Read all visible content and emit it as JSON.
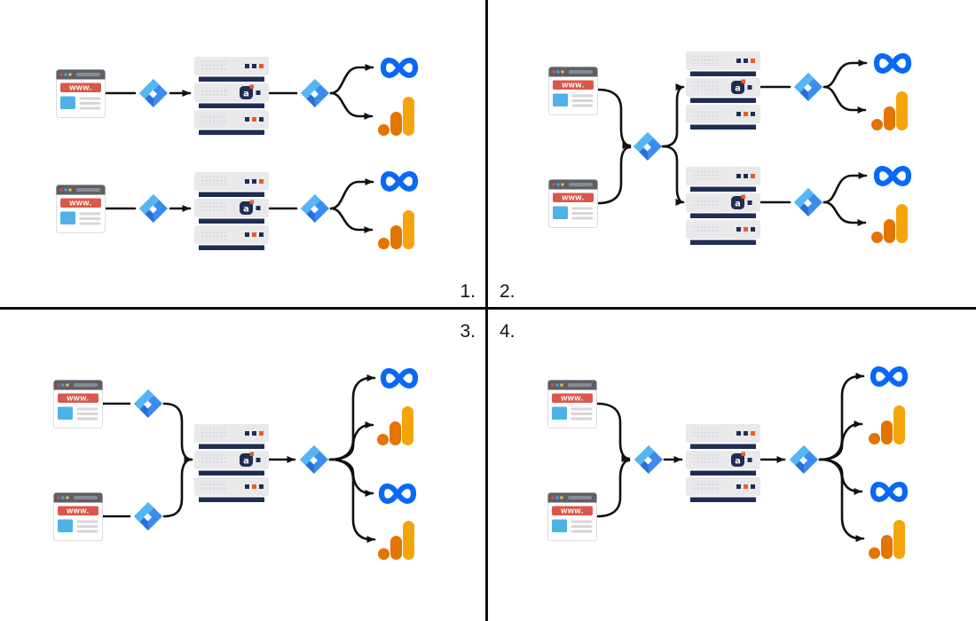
{
  "browser": {
    "address": "www."
  },
  "server": {
    "logo_letter": "a"
  },
  "labels": {
    "option1": "1.",
    "option2": "2.",
    "option3": "3.",
    "option4": "4."
  },
  "icons": {
    "website": "website-browser-icon",
    "tag": "tag-diamond-icon",
    "server": "server-rack-icon",
    "meta": "meta-logo-icon",
    "analytics": "google-analytics-logo-icon"
  },
  "colors": {
    "arrow": "#101010",
    "divider": "#0c0c0c",
    "tag_light_blue": "#55b6f4",
    "tag_blue": "#3a8def",
    "tag_dark_blue": "#2a6fd8",
    "meta_blue": "#0868f7",
    "ga_amber": "#f4a50c",
    "ga_orange": "#e37400",
    "server_gray": "#e9e9ec",
    "server_navy": "#1f2d55",
    "server_orange": "#f05a28",
    "browser_bar_red": "#d9584a",
    "browser_titlebar_gray": "#5d6066",
    "browser_content_blue": "#4fb1e8"
  },
  "diagram": {
    "type": "flow-diagram",
    "quadrants": [
      {
        "id": 1,
        "label": "1.",
        "position": "top-left",
        "flow": "2 parallel rows: website -> tag -> server container -> tag -> (Meta + Google Analytics)"
      },
      {
        "id": 2,
        "label": "2.",
        "position": "top-right",
        "flow": "2 websites -> shared tag -> 2 server containers -> each: tag -> (Meta + Google Analytics)"
      },
      {
        "id": 3,
        "label": "3.",
        "position": "bottom-left",
        "flow": "2 websites -> 2 tags -> shared server container -> tag -> (Meta + Google Analytics + Meta + Google Analytics)"
      },
      {
        "id": 4,
        "label": "4.",
        "position": "bottom-right",
        "flow": "2 websites -> shared tag -> server container -> tag -> (Meta + Google Analytics + Meta + Google Analytics)"
      }
    ]
  }
}
